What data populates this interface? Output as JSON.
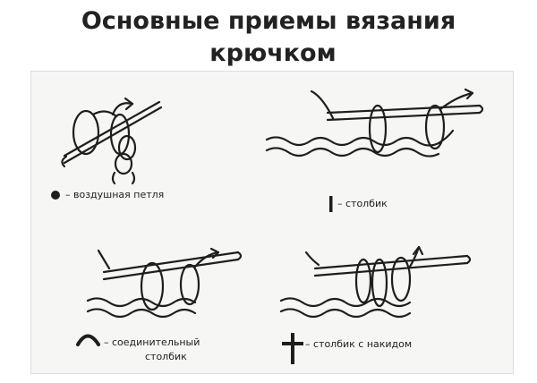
{
  "title": {
    "line1": "Основные приемы вязания",
    "line2": "крючком"
  },
  "legend": {
    "chain_stitch": "воздушная петля",
    "single_crochet": "столбик",
    "slip_stitch_line1": "соединительный",
    "slip_stitch_line2": "столбик",
    "double_crochet": "столбик с накидом"
  },
  "symbols": {
    "chain_stitch": "filled-dot",
    "single_crochet": "vertical-bar",
    "slip_stitch": "arc",
    "double_crochet": "cross"
  },
  "colors": {
    "ink": "#1e1e1e",
    "panel": "#f6f6f4"
  }
}
